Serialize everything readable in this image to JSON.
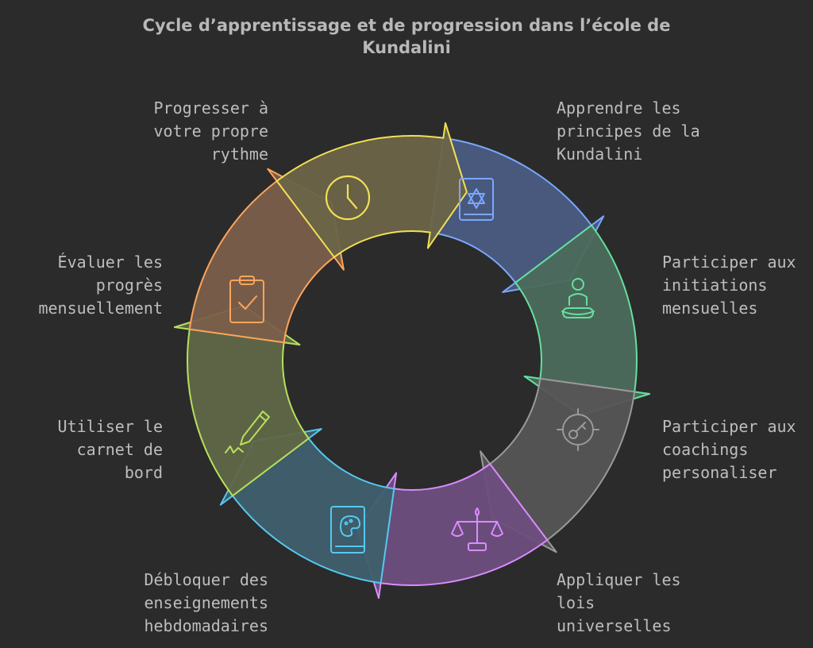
{
  "title": {
    "line1": "Cycle d’apprentissage et de progression dans l’école de",
    "line2": "Kundalini"
  },
  "steps": [
    {
      "lines": [
        "Apprendre les",
        "principes de la",
        "Kundalini"
      ],
      "icon": "star-of-david-book-icon",
      "color": "#7aa7ff",
      "fill": "#4a5c82"
    },
    {
      "lines": [
        "Participer aux",
        "initiations",
        "mensuelles"
      ],
      "icon": "meditation-person-icon",
      "color": "#66e0a0",
      "fill": "#4c6b5c"
    },
    {
      "lines": [
        "Participer aux",
        "coachings",
        "personaliser"
      ],
      "icon": "target-key-icon",
      "color": "#9a9a9a",
      "fill": "#555555"
    },
    {
      "lines": [
        "Appliquer les",
        "lois",
        "universelles"
      ],
      "icon": "balance-scale-icon",
      "color": "#d98cff",
      "fill": "#6e4e80"
    },
    {
      "lines": [
        "Débloquer des",
        "enseignements",
        "hebdomadaires"
      ],
      "icon": "art-book-icon",
      "color": "#55c8f0",
      "fill": "#3f5f6d"
    },
    {
      "lines": [
        "Utiliser le",
        "carnet de",
        "bord"
      ],
      "icon": "pen-writing-icon",
      "color": "#b7e05c",
      "fill": "#5f6747"
    },
    {
      "lines": [
        "Évaluer les",
        "progrès",
        "mensuellement"
      ],
      "icon": "clipboard-check-icon",
      "color": "#ffa45c",
      "fill": "#7a5f4a"
    },
    {
      "lines": [
        "Progresser à",
        "votre propre",
        "rythme"
      ],
      "icon": "clock-icon",
      "color": "#f2e055",
      "fill": "#6b6447"
    }
  ]
}
